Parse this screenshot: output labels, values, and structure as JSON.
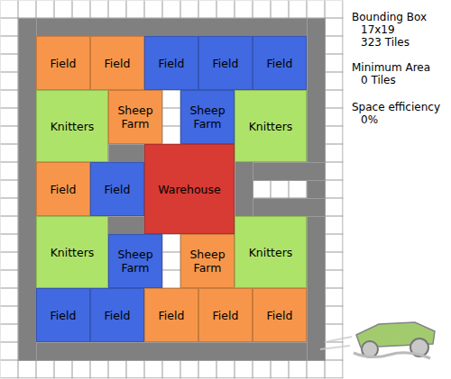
{
  "diagram": {
    "nodes": [
      {
        "text": [
          "Field"
        ]
      },
      {
        "text": [
          "Field"
        ]
      },
      {
        "text": [
          "Field"
        ]
      },
      {
        "text": [
          "Field"
        ]
      },
      {
        "text": [
          "Field"
        ]
      },
      {
        "text": [
          "Knitters"
        ]
      },
      {
        "text": [
          "Sheep Farm"
        ]
      },
      {
        "text": [
          "Sheep Farm"
        ]
      },
      {
        "text": [
          "Knitters"
        ]
      },
      {
        "text": [
          "Field"
        ]
      },
      {
        "text": [
          "Field"
        ]
      },
      {
        "text": [
          "Warehouse"
        ]
      },
      {
        "text": [
          "Knitters"
        ]
      },
      {
        "text": [
          "Sheep Farm"
        ]
      },
      {
        "text": [
          "Sheep Farm"
        ]
      },
      {
        "text": [
          "Knitters"
        ]
      },
      {
        "text": [
          "Field"
        ]
      },
      {
        "text": [
          "Field"
        ]
      },
      {
        "text": [
          "Field"
        ]
      },
      {
        "text": [
          "Field"
        ]
      },
      {
        "text": [
          "Field"
        ]
      }
    ],
    "labels": [
      "Bounding Box",
      "17x19",
      "323 Tiles",
      "Minimum Area",
      "0 Tiles",
      "Space efficiency",
      "0%"
    ]
  }
}
